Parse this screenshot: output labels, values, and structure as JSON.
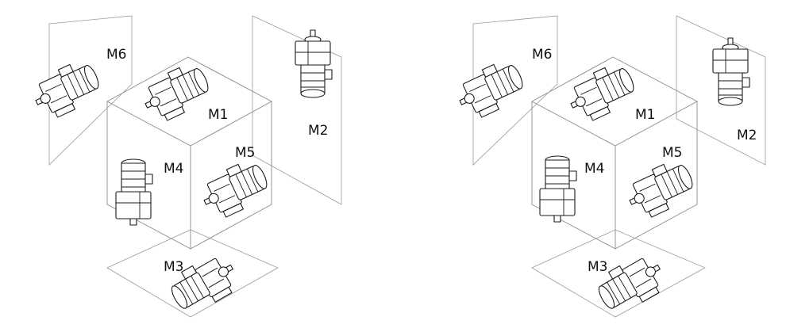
{
  "diagrams": [
    {
      "variant": "left",
      "labels": {
        "M1": "M1",
        "M2": "M2",
        "M3": "M3",
        "M4": "M4",
        "M5": "M5",
        "M6": "M6"
      }
    },
    {
      "variant": "right",
      "labels": {
        "M1": "M1",
        "M2": "M2",
        "M3": "M3",
        "M4": "M4",
        "M5": "M5",
        "M6": "M6"
      }
    }
  ],
  "colors": {
    "line": "#1a1a1a",
    "frame": "#9a9a9a",
    "background": "#ffffff"
  }
}
